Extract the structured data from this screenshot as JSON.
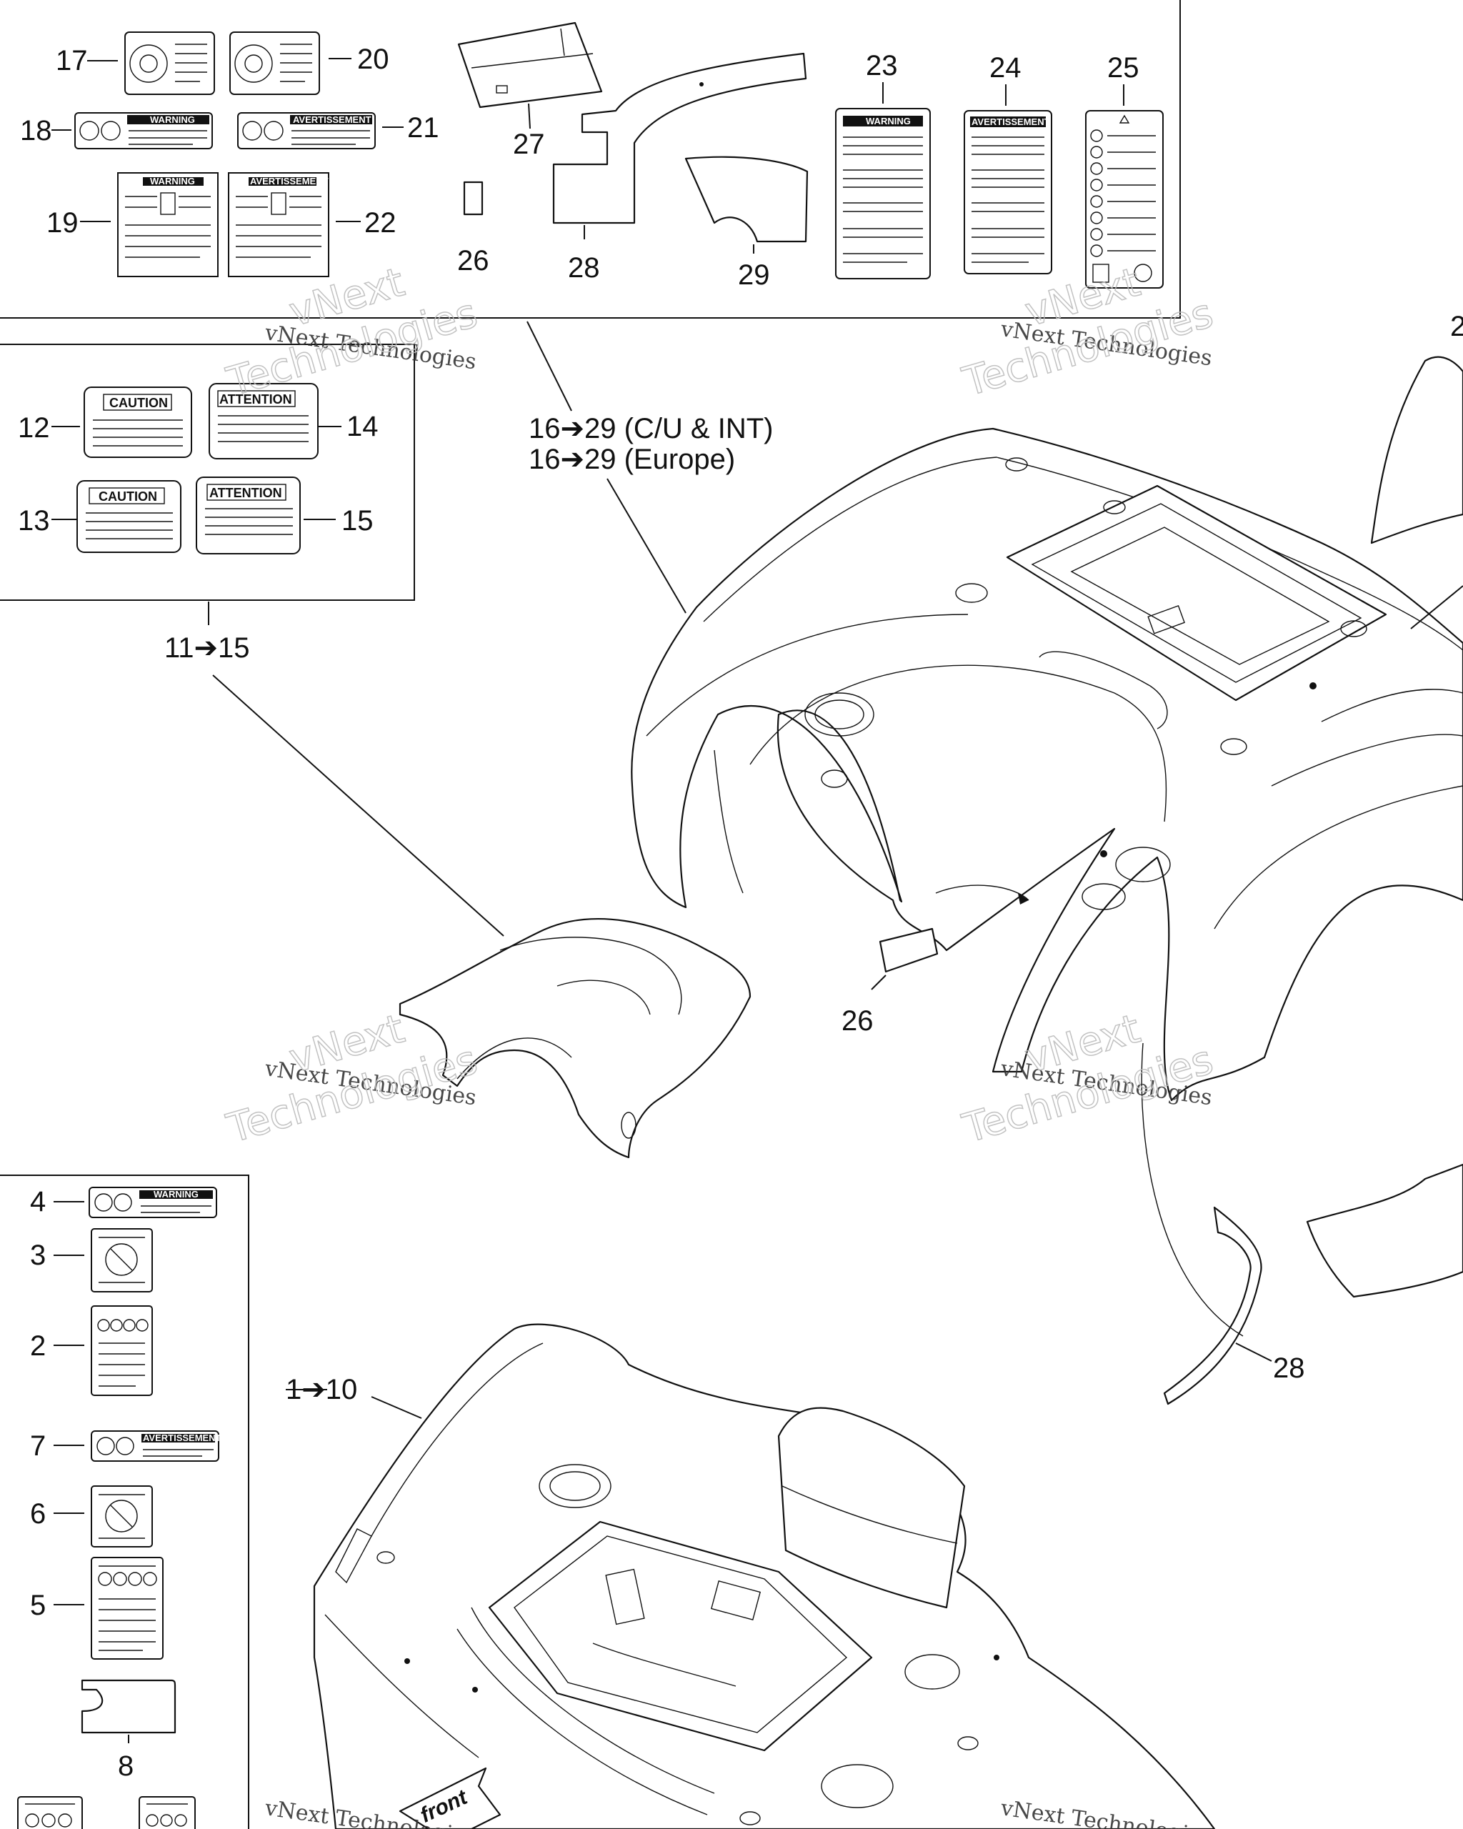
{
  "watermark": {
    "line1": "vNext Technologies",
    "line2a": "vNext",
    "line2b": "Technologies"
  },
  "groups": {
    "g16_29_a": "16➔29 (C/U & INT)",
    "g16_29_b": "16➔29 (Europe)",
    "g11_15": "11➔15",
    "g1_10": "1➔10"
  },
  "callouts": {
    "c17": "17",
    "c20": "20",
    "c18": "18",
    "c21": "21",
    "c19": "19",
    "c22": "22",
    "c27": "27",
    "c26a": "26",
    "c28a": "28",
    "c29": "29",
    "c23": "23",
    "c24": "24",
    "c25": "25",
    "c12": "12",
    "c14": "14",
    "c13": "13",
    "c15": "15",
    "c26b": "26",
    "c28b": "28",
    "c2partial": "2",
    "c4": "4",
    "c3": "3",
    "c2": "2",
    "c7": "7",
    "c6": "6",
    "c5": "5",
    "c8": "8"
  },
  "labels": {
    "warning": "WARNING",
    "avertissement": "AVERTISSEMENT",
    "caution": "CAUTION",
    "attention": "ATTENTION",
    "front": "front"
  },
  "colors": {
    "ink": "#111111",
    "paper": "#ffffff",
    "watermark": "#bbbbbb"
  }
}
